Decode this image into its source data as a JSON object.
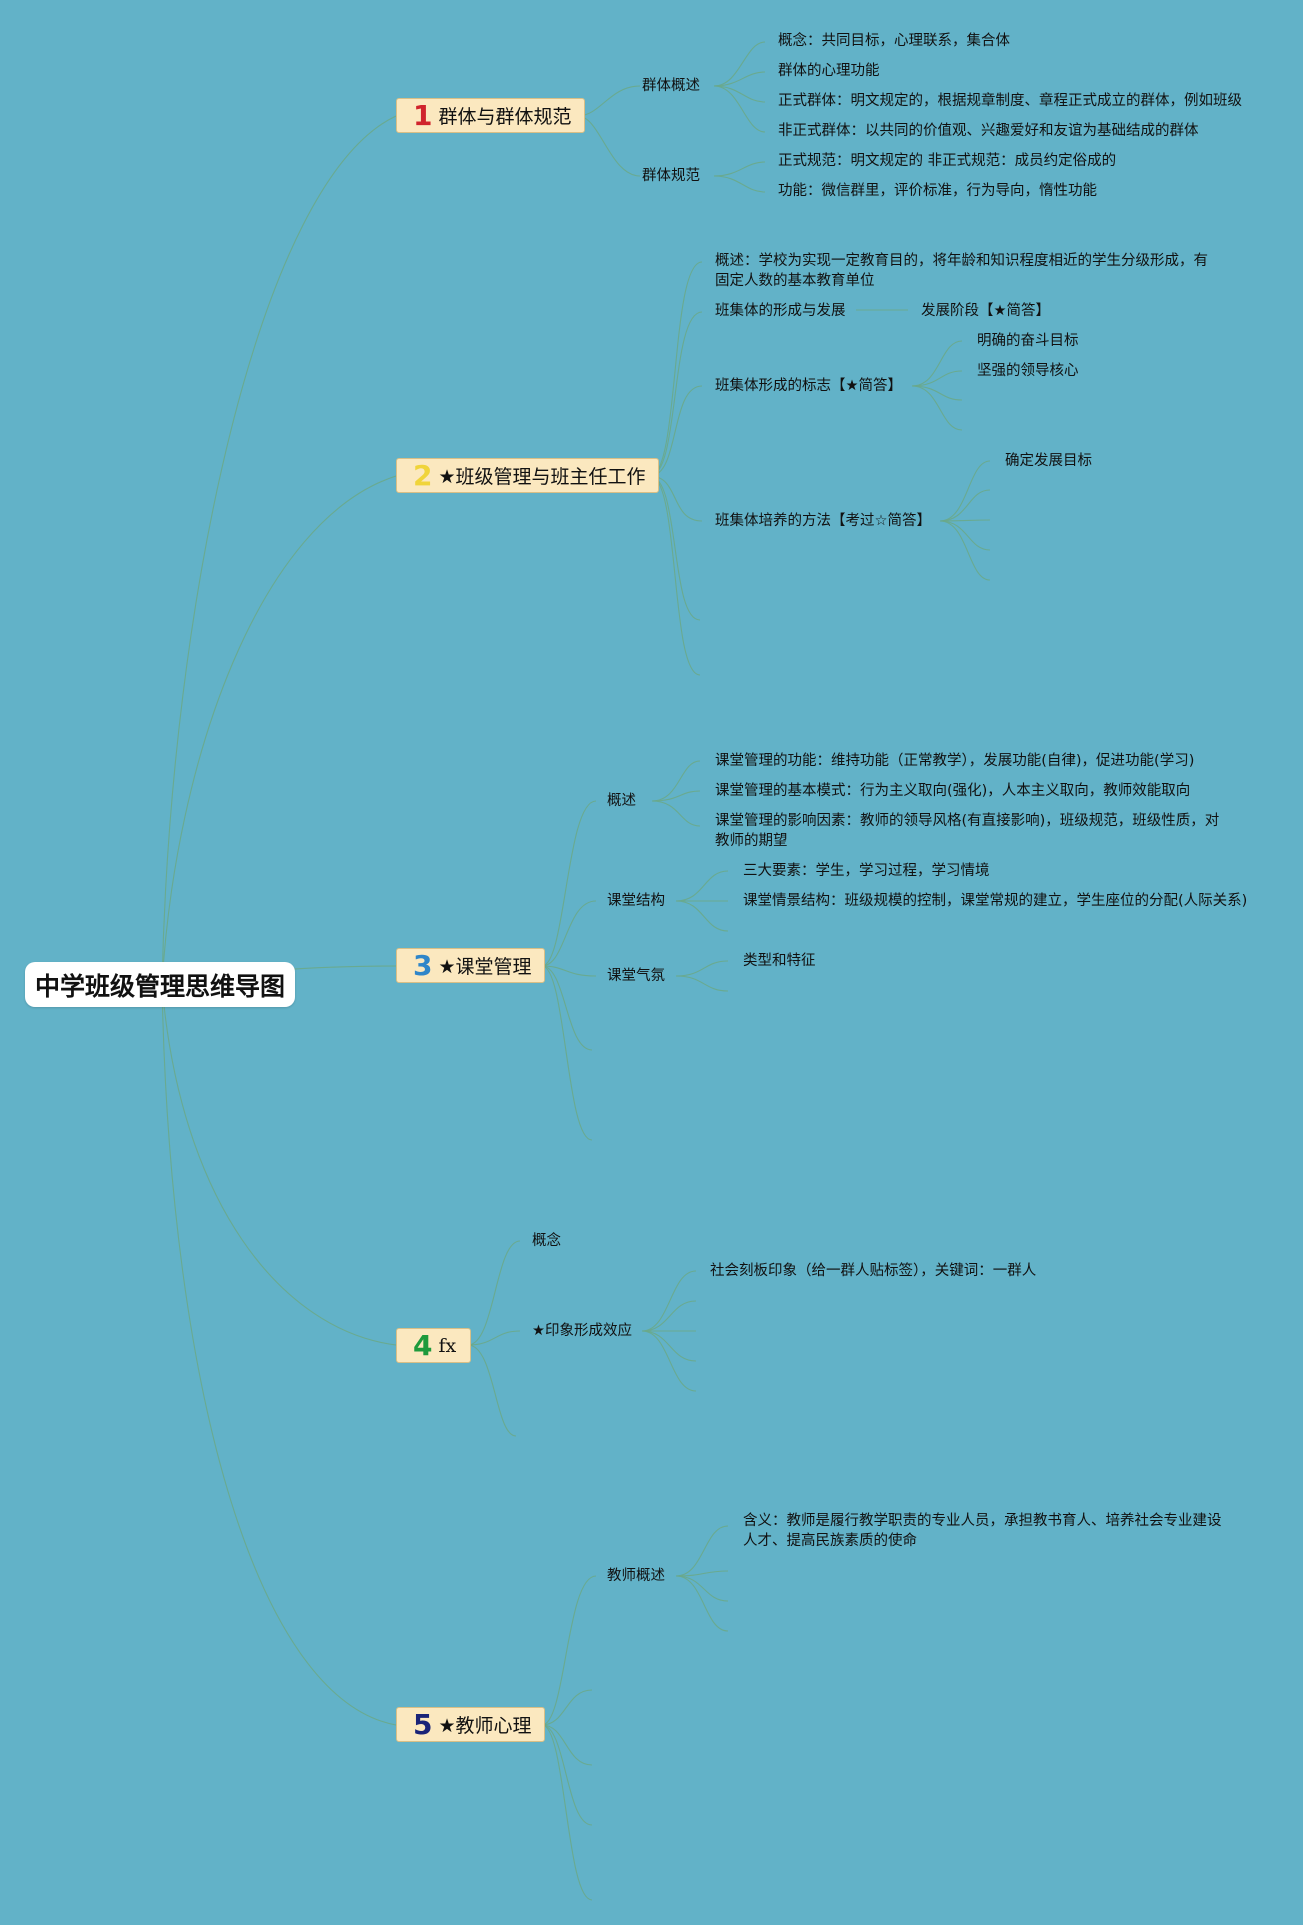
{
  "title": "中学班级管理思维导图",
  "colors": {
    "background": "#62b2c8",
    "branch_fill": "#fbe8bf",
    "link": "#6aa88a",
    "num1": "#d0242c",
    "num2": "#f0d43a",
    "num3": "#2f86c9",
    "num4": "#1e9a3c",
    "num5": "#1a2478"
  },
  "branches": [
    {
      "num": "1",
      "label": "群体与群体规范"
    },
    {
      "num": "2",
      "label": "★班级管理与班主任工作"
    },
    {
      "num": "3",
      "label": "★课堂管理"
    },
    {
      "num": "4",
      "label": "fx"
    },
    {
      "num": "5",
      "label": "★教师心理"
    }
  ],
  "b1": {
    "overview": {
      "label": "群体概述",
      "items": [
        "概念：共同目标，心理联系，集合体",
        "群体的心理功能",
        "正式群体：明文规定的，根据规章制度、章程正式成立的群体，例如班级",
        "非正式群体：以共同的价值观、兴趣爱好和友谊为基础结成的群体"
      ]
    },
    "norms": {
      "label": "群体规范",
      "items": [
        "正式规范：明文规定的 非正式规范：成员约定俗成的",
        "功能：微信群里，评价标准，行为导向，惰性功能"
      ]
    }
  },
  "b2": {
    "concept": "概述：学校为实现一定教育目的，将年龄和知识程度相近的学生分级形成，有固定人数的基本教育单位",
    "formation": {
      "label": "班集体的形成与发展",
      "child": "发展阶段【★简答】"
    },
    "signs": {
      "label": "班集体形成的标志【★简答】",
      "items": [
        "明确的奋斗目标",
        "坚强的领导核心"
      ]
    },
    "methods": {
      "label": "班集体培养的方法【考过☆简答】",
      "items": [
        "确定发展目标"
      ]
    }
  },
  "b3": {
    "overview": {
      "label": "概述",
      "items": [
        "课堂管理的功能：维持功能（正常教学），发展功能(自律)，促进功能(学习)",
        "课堂管理的基本模式：行为主义取向(强化)，人本主义取向，教师效能取向",
        "课堂管理的影响因素：教师的领导风格(有直接影响)，班级规范，班级性质，对教师的期望"
      ]
    },
    "structure": {
      "label": "课堂结构",
      "items": [
        "三大要素：学生，学习过程，学习情境",
        "课堂情景结构：班级规模的控制，课堂常规的建立，学生座位的分配(人际关系)"
      ]
    },
    "climate": {
      "label": "课堂气氛",
      "items": [
        "类型和特征"
      ]
    }
  },
  "b4": {
    "concept": "概念",
    "impression": {
      "label": "★印象形成效应",
      "items": [
        "社会刻板印象（给一群人贴标签），关键词：一群人"
      ]
    }
  },
  "b5": {
    "overview": {
      "label": "教师概述",
      "items": [
        "含义：教师是履行教学职责的专业人员，承担教书育人、培养社会专业建设人才、提高民族素质的使命"
      ]
    }
  }
}
